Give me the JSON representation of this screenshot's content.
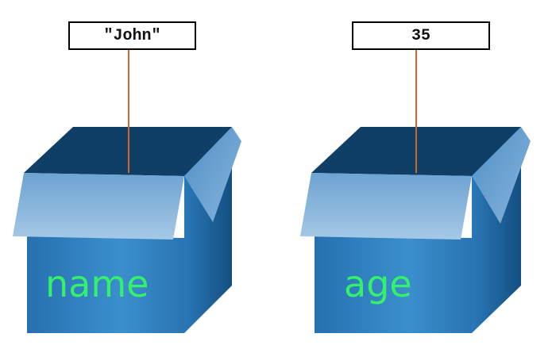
{
  "diagram": {
    "items": [
      {
        "label": "name",
        "value": "\"John\""
      },
      {
        "label": "age",
        "value": "35"
      }
    ]
  },
  "colors": {
    "box_front": "#2a78b6",
    "box_side": "#165c94",
    "box_inside": "#0f3f66",
    "flap": "#7fb0da",
    "label_text": "#34f06a",
    "connector": "#d4652a"
  }
}
